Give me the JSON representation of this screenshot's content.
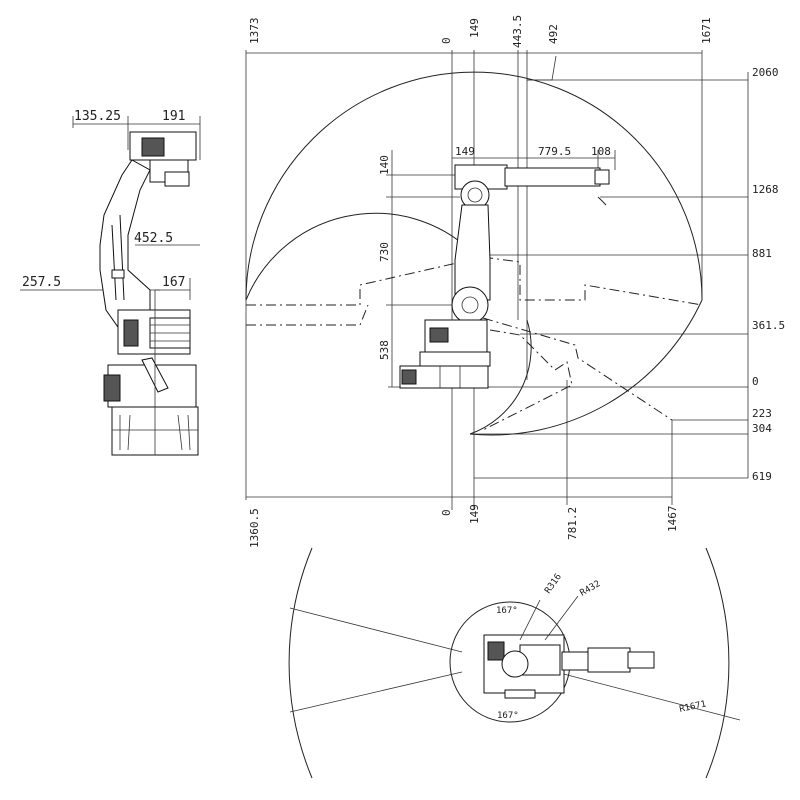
{
  "side_view": {
    "dim_top_left": "135.25",
    "dim_top_right": "191",
    "dim_mid": "452.5",
    "dim_lower_left": "257.5",
    "dim_lower_right": "167"
  },
  "front_view": {
    "top_x": [
      "1373",
      "0",
      "149",
      "443.5",
      "492",
      "1671"
    ],
    "right_y": [
      "2060",
      "1268",
      "881",
      "361.5",
      "0",
      "223",
      "304",
      "619"
    ],
    "bottom_x": [
      "1360.5",
      "0",
      "149",
      "781.2",
      "1467"
    ],
    "arm_dims": [
      "149",
      "779.5",
      "108"
    ],
    "left_vertical": [
      "140",
      "730",
      "538"
    ]
  },
  "top_view": {
    "angle_top": "167°",
    "angle_bottom": "167°",
    "radius_inner": "R316",
    "radius_mid": "R432",
    "radius_outer": "R1671"
  }
}
